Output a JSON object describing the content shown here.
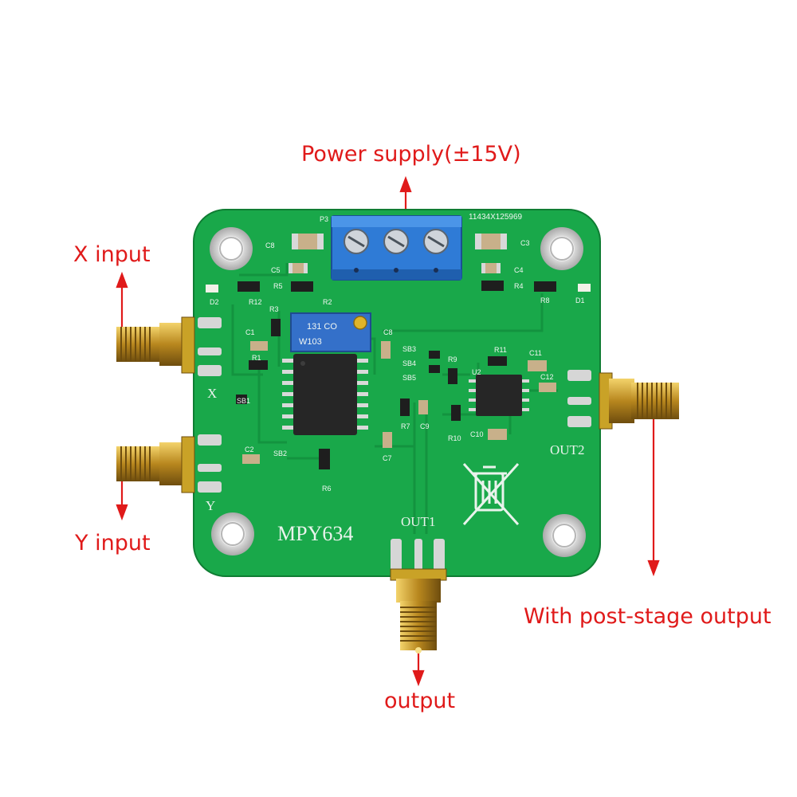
{
  "callouts": {
    "power": "Power supply(±15V)",
    "x_input": "X input",
    "y_input": "Y input",
    "output": "output",
    "post_stage": "With post-stage output"
  },
  "board": {
    "chip_name": "MPY634",
    "serial": "11434X125969",
    "connector_x": "X",
    "connector_y": "Y",
    "out1": "OUT1",
    "out2": "OUT2",
    "trimmer_marking": "W103",
    "trimmer_code": "131 CO",
    "refs": {
      "p3": "P3",
      "c8a": "C8",
      "c3": "C3",
      "c5": "C5",
      "r5": "R5",
      "c4": "C4",
      "r4": "R4",
      "d2": "D2",
      "r12": "R12",
      "r2": "R2",
      "r8": "R8",
      "d1": "D1",
      "r3": "R3",
      "c1": "C1",
      "r1": "R1",
      "sb1": "SB1",
      "c8b": "C8",
      "sb3": "SB3",
      "sb4": "SB4",
      "sb5": "SB5",
      "r9": "R9",
      "r11": "R11",
      "c11": "C11",
      "u2": "U2",
      "c12": "C12",
      "r7": "R7",
      "c9": "C9",
      "r10": "R10",
      "c10": "C10",
      "c7": "C7",
      "c2": "C2",
      "sb2": "SB2",
      "r6": "R6"
    }
  },
  "colors": {
    "pcb": "#19a84a",
    "callout": "#e01a1a",
    "terminal_block": "#2f7bd6",
    "sma_gold": "#c9a227"
  }
}
